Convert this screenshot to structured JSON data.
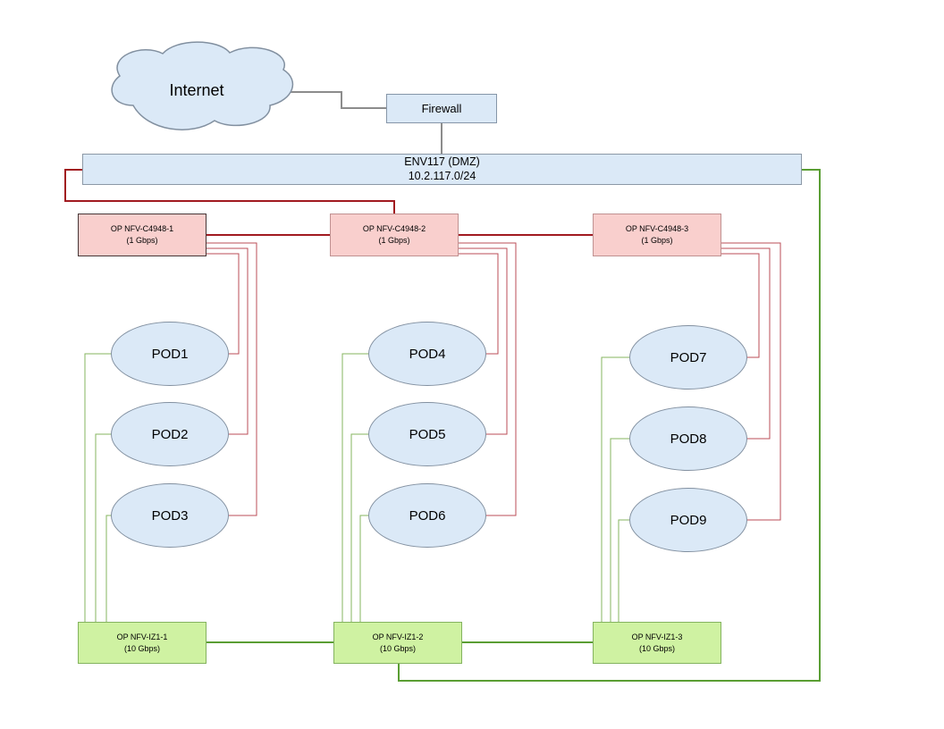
{
  "diagram": {
    "title_hint": "NFV DMZ network topology",
    "internet": {
      "label": "Internet"
    },
    "firewall": {
      "label": "Firewall"
    },
    "dmz_segment": {
      "line1": "ENV117 (DMZ)",
      "line2": "10.2.117.0/24"
    },
    "switches_1g": [
      {
        "name": "OP NFV-C4948-1",
        "speed": "(1 Gbps)"
      },
      {
        "name": "OP NFV-C4948-2",
        "speed": "(1 Gbps)"
      },
      {
        "name": "OP NFV-C4948-3",
        "speed": "(1 Gbps)"
      }
    ],
    "pods": [
      "POD1",
      "POD2",
      "POD3",
      "POD4",
      "POD5",
      "POD6",
      "POD7",
      "POD8",
      "POD9"
    ],
    "switches_10g": [
      {
        "name": "OP NFV-IZ1-1",
        "speed": "(10 Gbps)"
      },
      {
        "name": "OP NFV-IZ1-2",
        "speed": "(10 Gbps)"
      },
      {
        "name": "OP NFV-IZ1-3",
        "speed": "(10 Gbps)"
      }
    ],
    "edges": [
      {
        "from": "Internet",
        "to": "Firewall",
        "color": "#8c8c8c"
      },
      {
        "from": "Firewall",
        "to": "ENV117 (DMZ)",
        "color": "#8c8c8c"
      },
      {
        "from": "ENV117 (DMZ)",
        "to": "OP NFV-C4948-2",
        "color": "#a11a20"
      },
      {
        "from": "OP NFV-C4948-1",
        "to": "OP NFV-C4948-2",
        "color": "#a11a20"
      },
      {
        "from": "OP NFV-C4948-2",
        "to": "OP NFV-C4948-3",
        "color": "#a11a20"
      },
      {
        "from": "OP NFV-C4948-1",
        "to": "POD1, POD2, POD3",
        "color": "#bb4e57"
      },
      {
        "from": "OP NFV-C4948-2",
        "to": "POD4, POD5, POD6",
        "color": "#bb4e57"
      },
      {
        "from": "OP NFV-C4948-3",
        "to": "POD7, POD8, POD9",
        "color": "#bb4e57"
      },
      {
        "from": "OP NFV-IZ1-1",
        "to": "POD1, POD2, POD3",
        "color": "#86b55f"
      },
      {
        "from": "OP NFV-IZ1-2",
        "to": "POD4, POD5, POD6",
        "color": "#86b55f"
      },
      {
        "from": "OP NFV-IZ1-3",
        "to": "POD7, POD8, POD9",
        "color": "#86b55f"
      },
      {
        "from": "OP NFV-IZ1-1",
        "to": "OP NFV-IZ1-2",
        "color": "#5a9e33"
      },
      {
        "from": "OP NFV-IZ1-2",
        "to": "OP NFV-IZ1-3",
        "color": "#5a9e33"
      },
      {
        "from": "OP NFV-IZ1-2",
        "to": "ENV117 (DMZ)",
        "color": "#5a9e33"
      }
    ],
    "colors": {
      "node_blue_fill": "#dbe9f7",
      "node_blue_stroke": "#8696a8",
      "switch_1g_fill": "#f9cfcd",
      "switch_1g_stroke_first": "#463737",
      "switch_1g_stroke": "#c09191",
      "switch_10g_fill": "#cff2a2",
      "switch_10g_stroke": "#84b35f",
      "link_gray": "#8c8c8c",
      "link_red_trunk": "#a11a20",
      "link_red_access": "#bb4e57",
      "link_green_trunk": "#5a9e33",
      "link_green_access": "#86b55f"
    }
  }
}
